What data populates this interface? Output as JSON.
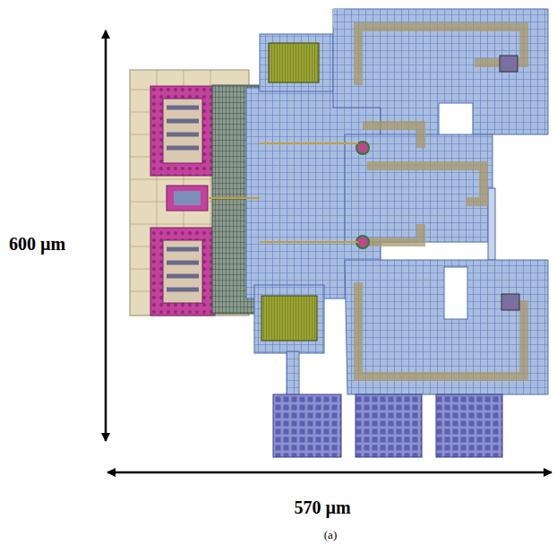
{
  "diagram": {
    "labels": [
      "600 µm",
      "570 µm",
      "(a)"
    ]
  }
}
